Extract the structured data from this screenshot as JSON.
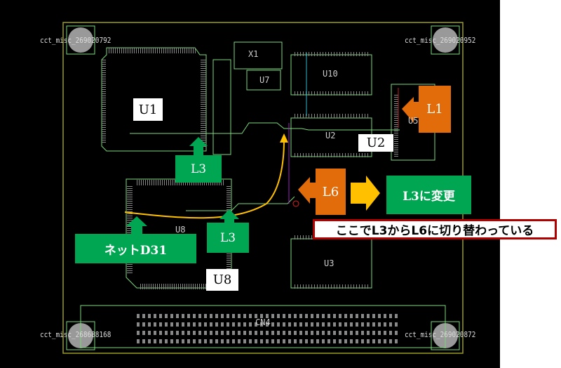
{
  "board": {
    "mount_labels": [
      "cct_misc_269020792",
      "cct_misc_269020952",
      "cct_misc_268688168",
      "cct_misc_269020872"
    ],
    "components": {
      "x1": "X1",
      "u7": "U7",
      "u10": "U10",
      "u2": "U2",
      "u5": "U5",
      "u8": "U8",
      "u3": "U3",
      "cn4": "CN4"
    }
  },
  "annotations": {
    "u1_label": "U1",
    "u2_label": "U2",
    "u8_label": "U8",
    "l3_top": "L3",
    "l3_bottom": "L3",
    "net_label": "ネットD31",
    "l1": "L1",
    "l6": "L6",
    "change_to": "L3に変更",
    "callout": "ここでL3からL6に切り替わっている"
  },
  "colors": {
    "annotation_green": "#00a651",
    "annotation_orange": "#e36c0a",
    "arrow_yellow": "#ffc000",
    "callout_border": "#b00000",
    "board_outline": "#a0a020",
    "component_outline": "#7cd87c"
  }
}
